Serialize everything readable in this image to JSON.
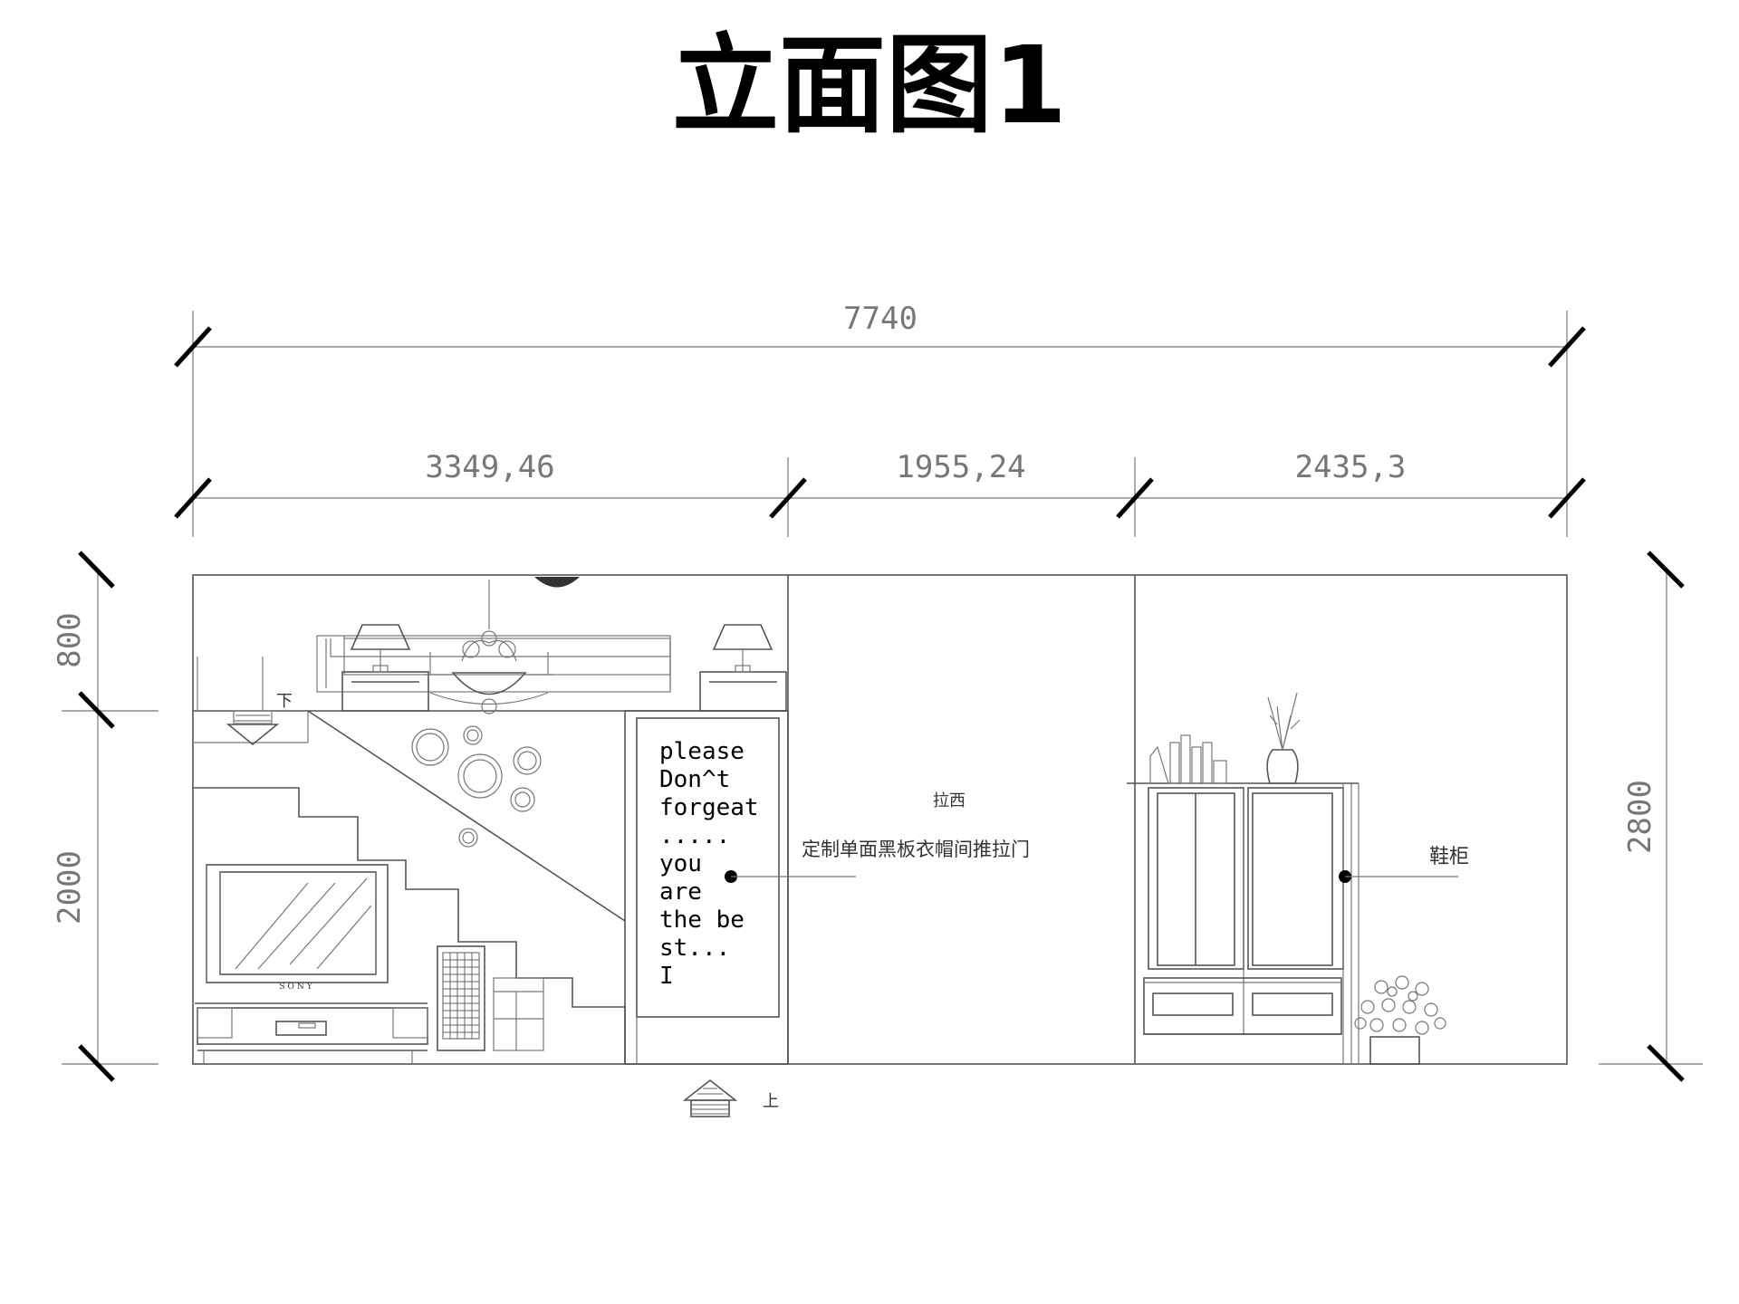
{
  "title": "立面图1",
  "dimensions": {
    "overall_width": "7740",
    "segment_left": "3349,46",
    "segment_middle": "1955,24",
    "segment_right": "2435,3",
    "height_top": "800",
    "height_lower": "2000",
    "height_total": "2800"
  },
  "annotations": {
    "stair_down": "下",
    "stair_up": "上",
    "sliding_door_label_1": "拉西",
    "sliding_door_label_2": "定制单面黑板衣帽间推拉门",
    "shoe_cabinet": "鞋柜",
    "tv_brand": "SONY"
  },
  "blackboard_text": [
    "please",
    "Don^t",
    "forgeat",
    ".....",
    "you",
    "are",
    "the be",
    "st...",
    "I"
  ]
}
